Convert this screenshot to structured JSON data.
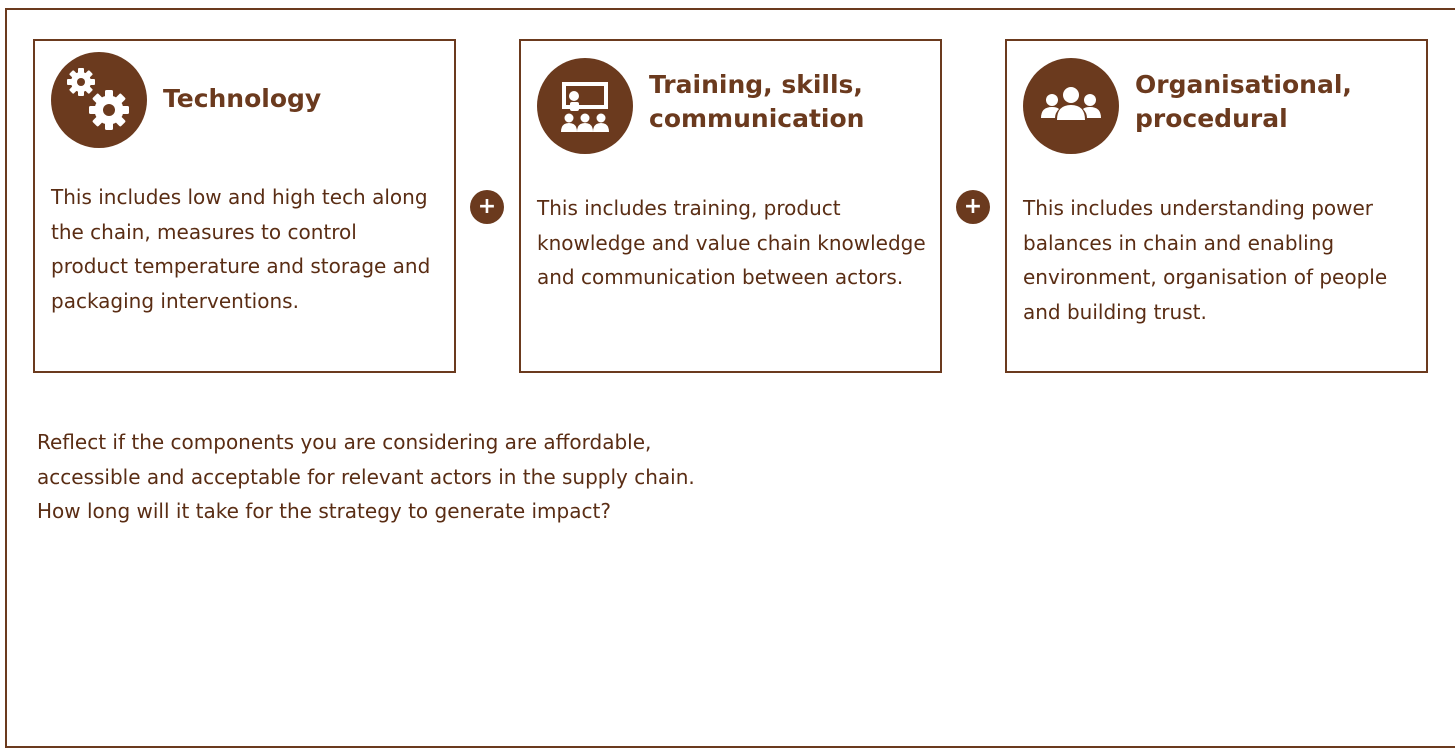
{
  "colors": {
    "brand": "#6b3a1e",
    "text": "#5a2d14",
    "background": "#ffffff"
  },
  "cards": [
    {
      "icon": "gears-icon",
      "title": "Technology",
      "description": "This includes low and high tech along the chain, measures to control product temperature and storage and packaging interventions."
    },
    {
      "icon": "classroom-icon",
      "title": "Training, skills, communication",
      "description": "This includes training, product knowledge and value chain knowledge and communication between actors."
    },
    {
      "icon": "people-group-icon",
      "title": "Organisational, procedural",
      "description": "This includes understanding power balances in chain and enabling environment, organisation of people and building trust."
    }
  ],
  "plus_symbol": "+",
  "reflection": {
    "lines": [
      "Reflect if the components you are considering are affordable,",
      "accessible and acceptable for relevant actors in the supply chain.",
      "How long will it take for the strategy to generate impact?"
    ]
  }
}
